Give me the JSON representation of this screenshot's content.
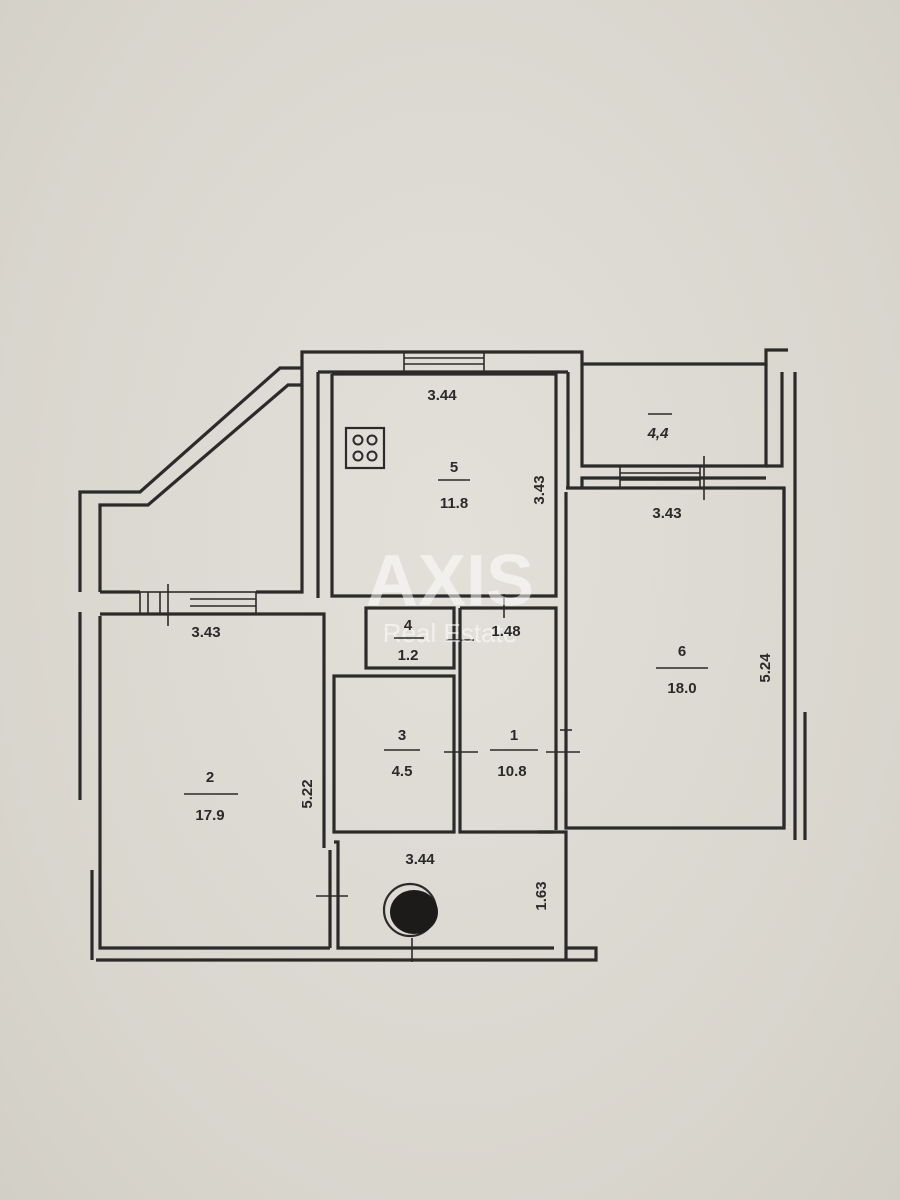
{
  "rooms": [
    {
      "number": "1",
      "area": "10.8"
    },
    {
      "number": "2",
      "area": "17.9"
    },
    {
      "number": "3",
      "area": "4.5"
    },
    {
      "number": "4",
      "area": "1.2"
    },
    {
      "number": "5",
      "area": "11.8"
    },
    {
      "number": "6",
      "area": "18.0"
    }
  ],
  "balcony_area": "4,4",
  "dimensions": {
    "kitchen_top": "3.44",
    "kitchen_side": "3.43",
    "bedroom_left_top": "3.43",
    "bedroom_left_side": "5.22",
    "room6_top": "3.43",
    "room6_side": "5.24",
    "corridor_width": "1.48",
    "hall_bottom": "3.44",
    "hall_side": "1.63"
  },
  "watermark": {
    "brand": "AXIS",
    "sub": "Real Estate"
  }
}
